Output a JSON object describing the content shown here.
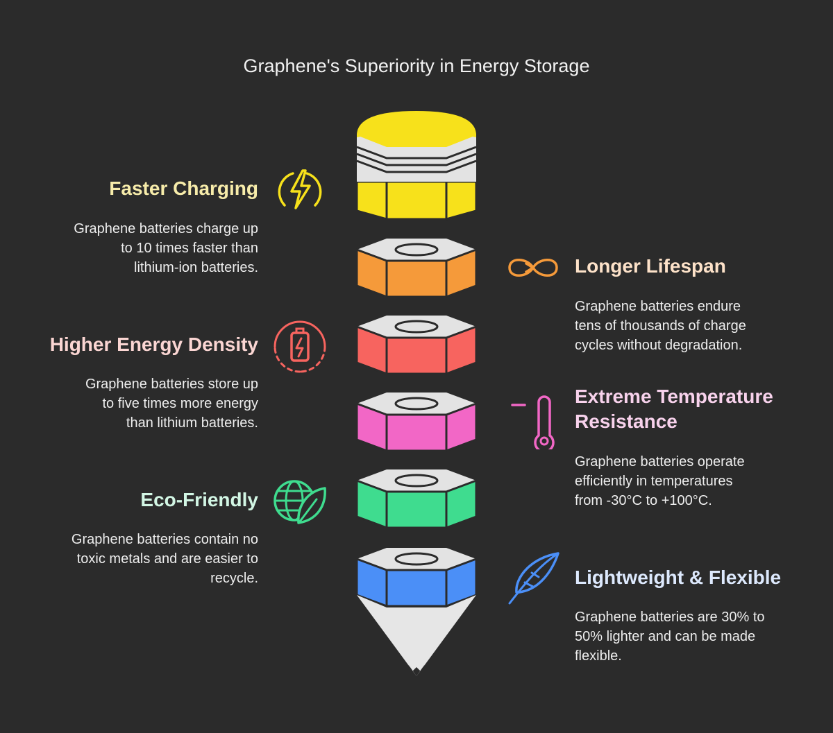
{
  "title": "Graphene's Superiority in Energy Storage",
  "colors": {
    "background": "#2b2b2b",
    "yellow": "#f7e11b",
    "orange": "#f59a3a",
    "red": "#f7645f",
    "pink": "#f267c6",
    "green": "#3fdc8f",
    "blue": "#4b8ff7",
    "cap": "#e3e3e3"
  },
  "features": [
    {
      "heading": "Faster Charging",
      "description": [
        "Graphene batteries charge up",
        "to 10 times faster than",
        "lithium-ion batteries."
      ],
      "color": "#f7ecaa",
      "icon": "lightning-bolt-icon"
    },
    {
      "heading": "Longer Lifespan",
      "description": [
        "Graphene batteries endure",
        "tens of thousands of charge",
        "cycles without degradation."
      ],
      "color": "#fde2c9",
      "icon": "infinity-cycle-icon"
    },
    {
      "heading": "Higher Energy Density",
      "description": [
        "Graphene batteries store up",
        "to five times more energy",
        "than lithium batteries."
      ],
      "color": "#fbd6d3",
      "icon": "battery-charge-icon"
    },
    {
      "heading": "Extreme Temperature",
      "heading2": "Resistance",
      "description": [
        "Graphene batteries operate",
        "efficiently in temperatures",
        "from -30°C to +100°C."
      ],
      "color": "#f8d2ec",
      "icon": "thermometer-icon"
    },
    {
      "heading": "Eco-Friendly",
      "description": [
        "Graphene batteries contain no",
        "toxic metals and are easier to",
        "recycle."
      ],
      "color": "#d2f6e4",
      "icon": "globe-leaf-icon"
    },
    {
      "heading": "Lightweight & Flexible",
      "description": [
        "Graphene batteries are 30% to",
        "50% lighter and can be made",
        "flexible."
      ],
      "color": "#dde9fd",
      "icon": "feather-icon"
    }
  ]
}
